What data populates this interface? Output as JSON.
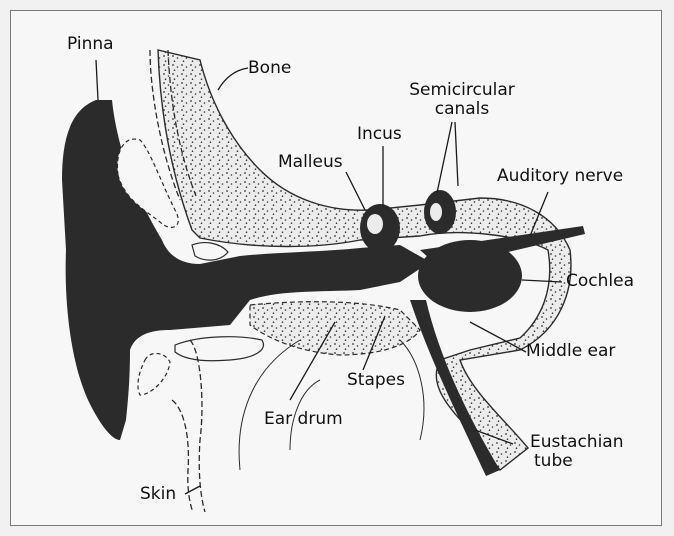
{
  "diagram": {
    "labels": {
      "pinna": "Pinna",
      "bone": "Bone",
      "semicircular_canals_line1": "Semicircular",
      "semicircular_canals_line2": "canals",
      "incus": "Incus",
      "malleus": "Malleus",
      "auditory_nerve": "Auditory nerve",
      "cochlea": "Cochlea",
      "middle_ear": "Middle ear",
      "stapes": "Stapes",
      "ear_drum": "Ear drum",
      "eustachian_tube_line1": "Eustachian",
      "eustachian_tube_line2": "tube",
      "skin": "Skin"
    },
    "colors": {
      "ink": "#2b2b2b",
      "bone_fill": "#e4e4e4",
      "background": "#f7f7f7",
      "frame": "#7a7a7a"
    }
  }
}
